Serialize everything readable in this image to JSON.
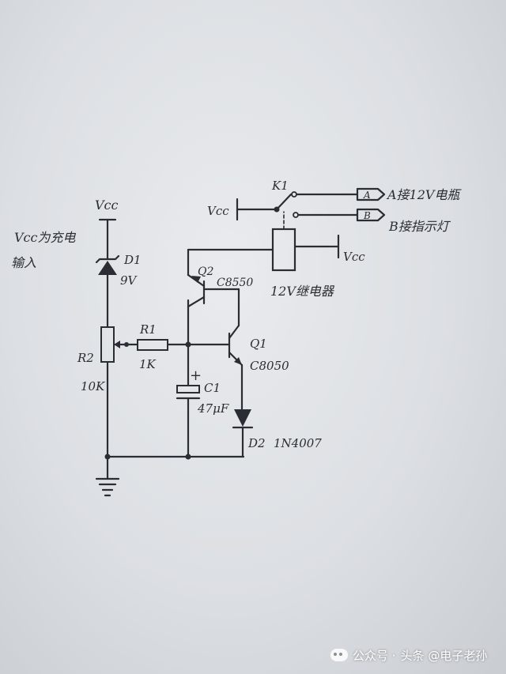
{
  "labels": {
    "vcc_top": "Vcc",
    "vcc_note_line1": "Vcc为充电",
    "vcc_note_line2": "输入",
    "d1_name": "D1",
    "d1_value": "9V",
    "r2_name": "R2",
    "r2_value": "10K",
    "r1_name": "R1",
    "r1_value": "1K",
    "q2_name": "Q2",
    "q2_part": "C8550",
    "q1_name": "Q1",
    "q1_part": "C8050",
    "c1_name": "C1",
    "c1_value": "47μF",
    "c1_plus": "+",
    "d2_name": "D2",
    "d2_part": "1N4007",
    "k1_name": "K1",
    "vcc_switch": "Vcc",
    "vcc_coil": "Vcc",
    "relay_label": "12V继电器",
    "port_a": "A",
    "port_b": "B",
    "port_a_desc": "A接12V电瓶",
    "port_b_desc": "B接指示灯"
  },
  "watermark": {
    "prefix": "公众号 · ",
    "author": "头条 @电子老孙"
  }
}
